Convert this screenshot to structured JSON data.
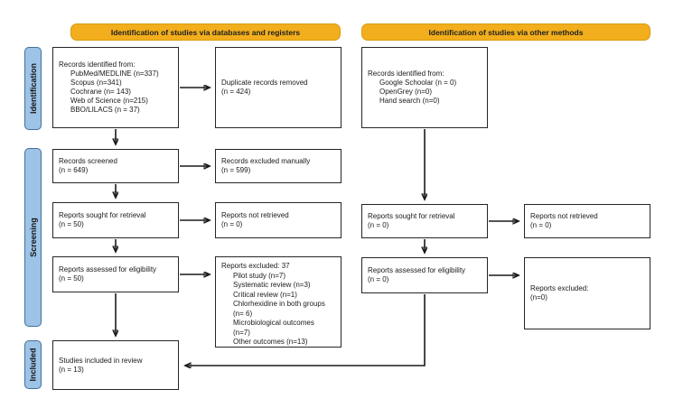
{
  "banners": {
    "databases": "Identification of studies via databases and registers",
    "other": "Identification of studies via other methods"
  },
  "stages": {
    "identification": "Identification",
    "screening": "Screening",
    "included": "Included"
  },
  "colors": {
    "banner_fill": "#F2AE1C",
    "stage_fill": "#9DC3E6",
    "stage_border": "#41719C",
    "box_border": "#262626"
  },
  "boxes": {
    "db_records": {
      "title": "Records identified from:",
      "lines": [
        "PubMed/MEDLINE (n=337)",
        "Scopus (n=341)",
        "Cochrane (n= 143)",
        "Web of Science (n=215)",
        "BBO/LILACS (n = 37)"
      ]
    },
    "duplicates_removed": {
      "line1": "Duplicate records removed",
      "line2": "(n = 424)"
    },
    "records_screened": {
      "line1": "Records screened",
      "line2": "(n = 649)"
    },
    "records_excluded_manually": {
      "line1": "Records excluded manually",
      "line2": "(n = 599)"
    },
    "reports_sought_db": {
      "line1": "Reports sought for retrieval",
      "line2": "(n = 50)"
    },
    "reports_not_retrieved_db": {
      "line1": "Reports not retrieved",
      "line2": "(n = 0)"
    },
    "reports_assessed_db": {
      "line1": "Reports assessed for eligibility",
      "line2": "(n = 50)"
    },
    "reports_excluded_db": {
      "title": "Reports excluded: 37",
      "lines": [
        "Pilot study (n=7)",
        "Systematic review (n=3)",
        "Critical review (n=1)",
        "Chlorhexidine in both groups",
        "(n= 6)",
        "Microbiological outcomes",
        "(n=7)",
        "Other outcomes (n=13)"
      ]
    },
    "other_records": {
      "title": "Records identified from:",
      "lines": [
        "Google Schoolar (n = 0)",
        "OpenGrey (n=0)",
        "Hand search (n=0)"
      ]
    },
    "reports_sought_other": {
      "line1": "Reports sought for retrieval",
      "line2": "(n = 0)"
    },
    "reports_not_retrieved_other": {
      "line1": "Reports not retrieved",
      "line2": "(n = 0)"
    },
    "reports_assessed_other": {
      "line1": "Reports assessed for eligibility",
      "line2": "(n = 0)"
    },
    "reports_excluded_other": {
      "line1": "Reports excluded:",
      "line2": "(n=0)"
    },
    "studies_included": {
      "line1": "Studies included in review",
      "line2": "(n = 13)"
    }
  }
}
